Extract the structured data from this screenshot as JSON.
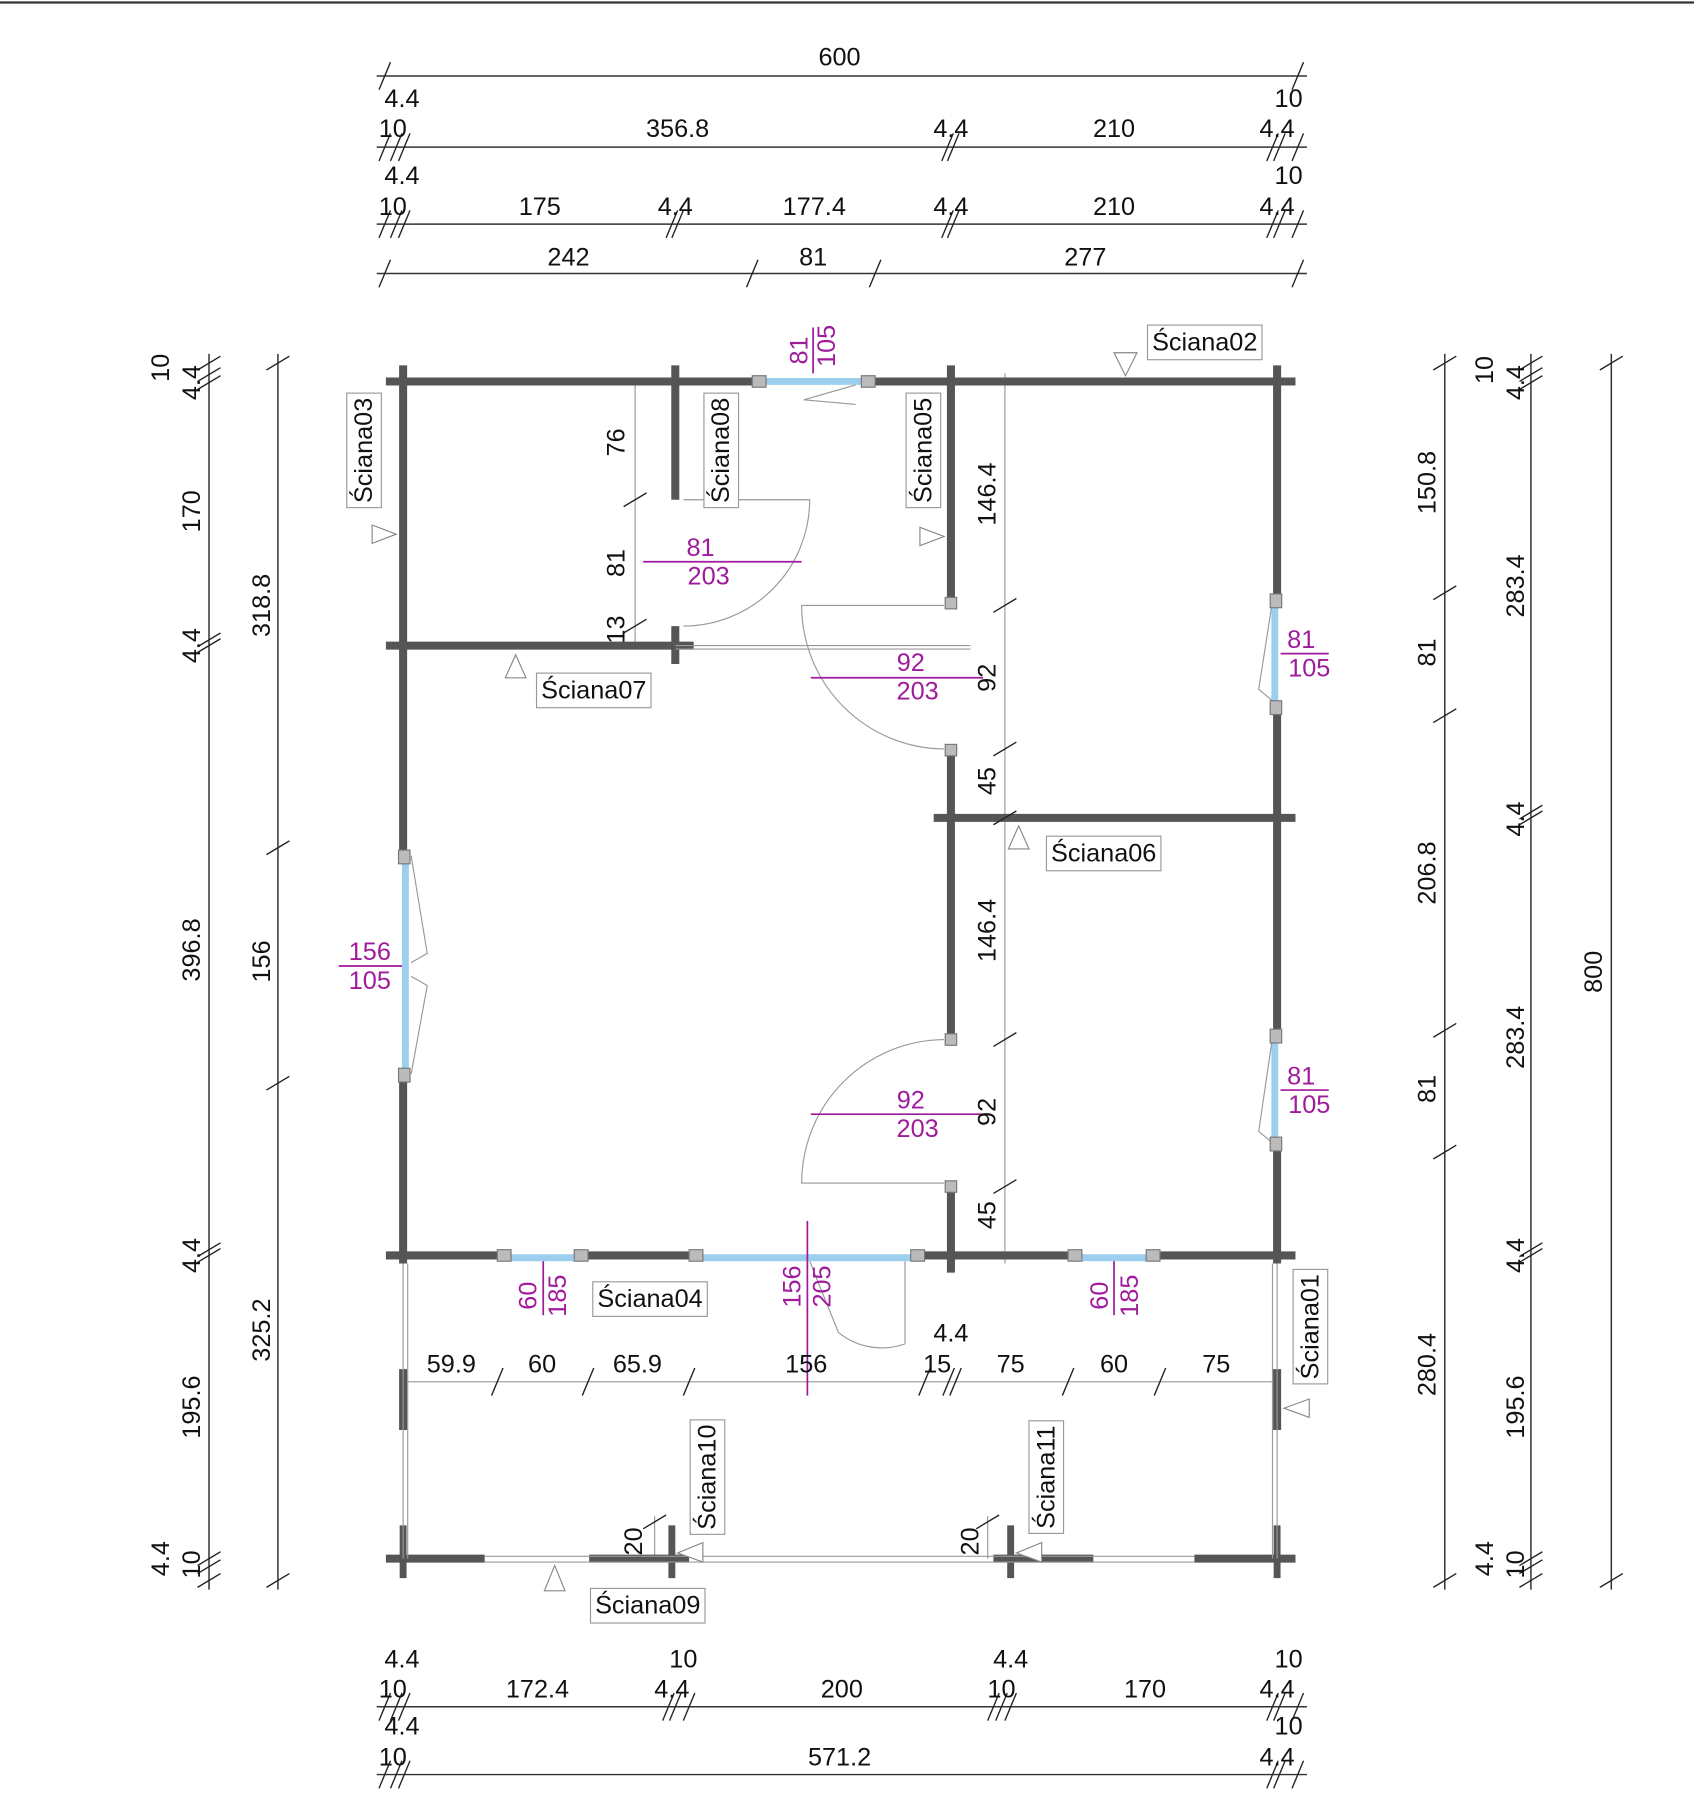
{
  "dimensions": {
    "top": [
      "600",
      "4.4",
      "10",
      "10",
      "356.8",
      "4.4",
      "210",
      "4.4",
      "4.4",
      "10",
      "10",
      "175",
      "4.4",
      "177.4",
      "4.4",
      "210",
      "4.4",
      "242",
      "81",
      "277"
    ],
    "bottom": [
      "4.4",
      "10",
      "4.4",
      "10",
      "10",
      "172.4",
      "4.4",
      "200",
      "10",
      "170",
      "4.4",
      "4.4",
      "10",
      "10",
      "571.2",
      "4.4"
    ],
    "left": [
      "10",
      "4.4",
      "170",
      "4.4",
      "396.8",
      "4.4",
      "195.6",
      "4.4",
      "10",
      "318.8",
      "156",
      "325.2"
    ],
    "right": [
      "150.8",
      "81",
      "206.8",
      "81",
      "280.4",
      "10",
      "4.4",
      "283.4",
      "4.4",
      "283.4",
      "4.4",
      "195.6",
      "4.4",
      "10",
      "800"
    ],
    "interior": [
      "76",
      "81",
      "13",
      "146.4",
      "92",
      "45",
      "146.4",
      "92",
      "45",
      "4.4",
      "59.9",
      "60",
      "65.9",
      "156",
      "15",
      "75",
      "60",
      "75",
      "20",
      "20"
    ]
  },
  "openings": [
    "81",
    "105",
    "81",
    "203",
    "92",
    "203",
    "81",
    "105",
    "156",
    "105",
    "92",
    "203",
    "81",
    "105",
    "60",
    "185",
    "156",
    "205",
    "60",
    "185"
  ],
  "walls": [
    "Ściana01",
    "Ściana02",
    "Ściana03",
    "Ściana04",
    "Ściana05",
    "Ściana06",
    "Ściana07",
    "Ściana08",
    "Ściana09",
    "Ściana10",
    "Ściana11"
  ],
  "colors": {
    "opening_label": "#a01a9c",
    "window": "#9ccfee",
    "wall": "#555555"
  }
}
